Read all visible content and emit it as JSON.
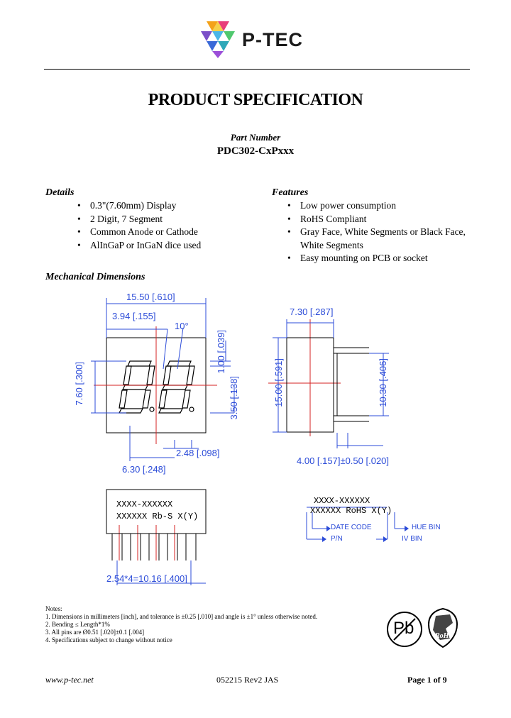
{
  "header": {
    "logo_text": "P-TEC"
  },
  "title": "PRODUCT SPECIFICATION",
  "part_number_label": "Part Number",
  "part_number": "PDC302-CxPxxx",
  "details": {
    "heading": "Details",
    "items": [
      "0.3\"(7.60mm) Display",
      "2 Digit, 7 Segment",
      "Common Anode or Cathode",
      "AlInGaP or InGaN dice used"
    ]
  },
  "features": {
    "heading": "Features",
    "items": [
      "Low power consumption",
      "RoHS Compliant",
      "Gray Face, White Segments or Black Face,",
      "Easy mounting on PCB or socket"
    ],
    "continuation": "White Segments"
  },
  "mechanical": {
    "heading": "Mechanical Dimensions",
    "dim_width": "15.50 [.610]",
    "dim_digit": "3.94 [.155]",
    "dim_slant": "10°",
    "dim_height": "7.60 [.300]",
    "dim_seg": "1.00 [.039]",
    "dim_dp": "3.50 [.138]",
    "dim_pitch": "2.48 [.098]",
    "dim_offset": "6.30 [.248]",
    "side_depth": "7.30 [.287]",
    "side_height": "15.00 [.591]",
    "side_pin": "10.30 [.406]",
    "side_bottom": "4.00 [.157]±0.50 [.020]",
    "front_line1": "XXXX-XXXXXX",
    "front_line2": "XXXXXX Rb-S X(Y)",
    "pin_pitch": "2.54*4=10.16 [.400]",
    "marking_line1": "XXXX-XXXXXX",
    "marking_line2": "XXXXXX RoHS X(Y)",
    "legend_date": "DATE CODE",
    "legend_pn": "P/N",
    "legend_hue": "HUE BIN",
    "legend_iv": "IV BIN"
  },
  "notes": {
    "heading": "Notes:",
    "items": [
      "1. Dimensions in millimeters [inch], and tolerance is ±0.25 [.010] and angle is ±1° unless otherwise noted.",
      "2. Bending ≤ Length*1%",
      "3. All pins are Ø0.51 [.020]±0.1 [.004]",
      "4. Specifications subject to change without notice"
    ]
  },
  "badges": {
    "pb": "Pb",
    "rohs": "RoHS"
  },
  "footer": {
    "website": "www.p-tec.net",
    "revision": "052215 Rev2 JAS",
    "page": "Page 1 of 9"
  },
  "colors": {
    "dim_blue": "#2b4bd8",
    "center_red": "#d42020"
  }
}
